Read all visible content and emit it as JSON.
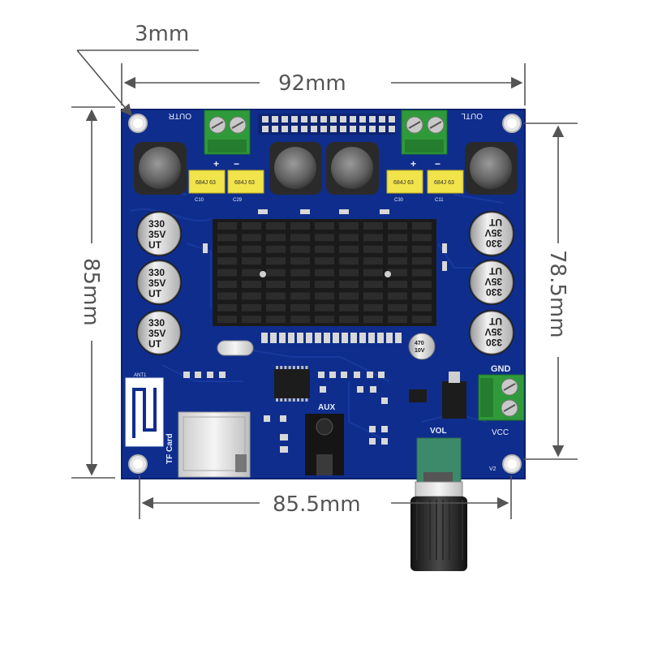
{
  "dimensions": {
    "corner_offset": "3mm",
    "board_width": "92mm",
    "board_height": "85mm",
    "hole_pitch_vertical": "78.5mm",
    "hole_pitch_horizontal": "85.5mm"
  },
  "board": {
    "silkscreen": {
      "outr": "OUTR",
      "outl": "OUTL",
      "gnd": "GND",
      "vcc": "VCC",
      "aux": "AUX",
      "vol": "VOL",
      "tf_card": "TF Card",
      "plus": "+",
      "minus": "−",
      "v2": "V2",
      "ant": "ANT1",
      "c10": "C10",
      "c11": "C11",
      "c29": "C29",
      "c30": "C30"
    },
    "capacitors": {
      "line1": "330",
      "line2": "35V",
      "line3": "UT"
    },
    "film_cap_label": "684J 63",
    "small_cap": {
      "line1": "470",
      "line2": "10V"
    }
  },
  "colors": {
    "pcb": "#0f2d8c",
    "pcb_edge": "#0a2170",
    "terminal": "#2f9a3a",
    "heatsink": "#1a1a1a",
    "film_cap": "#f1e34a",
    "dimension_line": "#555555"
  }
}
